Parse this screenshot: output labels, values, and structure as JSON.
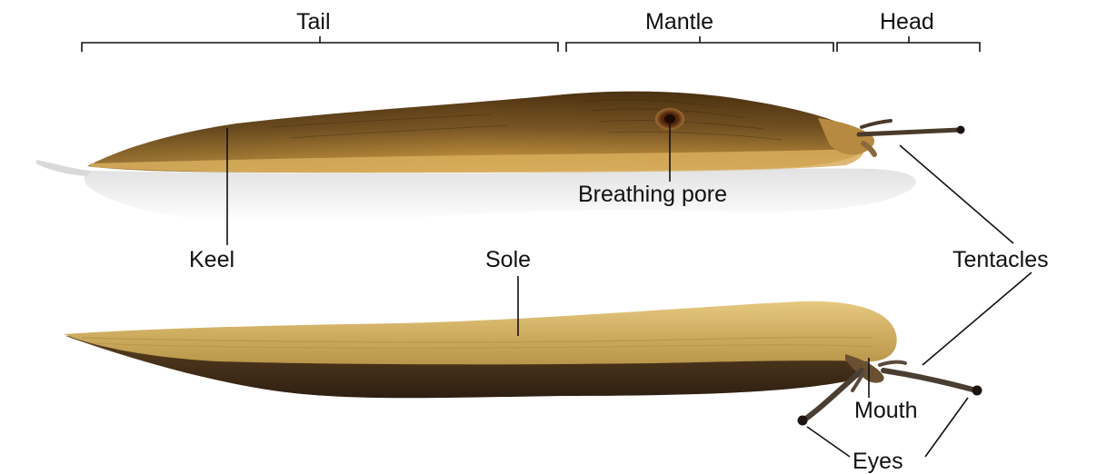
{
  "title": "",
  "labels": {
    "tail": "Tail",
    "mantle": "Mantle",
    "head": "Head",
    "breathing_pore": "Breathing pore",
    "keel": "Keel",
    "sole": "Sole",
    "tentacles": "Tentacles",
    "mouth": "Mouth",
    "eyes": "Eyes"
  },
  "colors": {
    "body_dark": "#5a3b14",
    "body_mid": "#8a6428",
    "body_light": "#c69a3e",
    "sole_yellow": "#d4b56a",
    "sole_dark": "#3a2716",
    "line": "#111111"
  }
}
